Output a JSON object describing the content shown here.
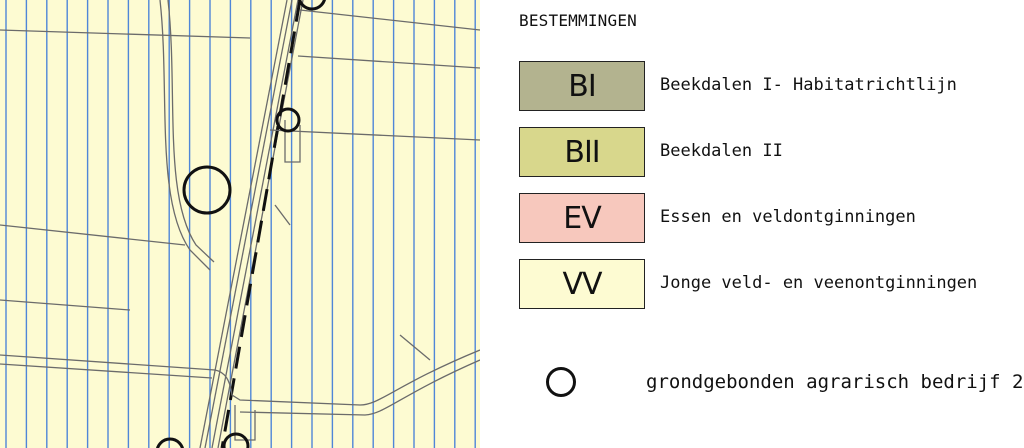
{
  "colors": {
    "map_background": "#fdfbd2",
    "hatch_line": "#4f86d8",
    "road_line": "#6b6b6b",
    "BI": "#b3b38f",
    "BII": "#d8d78c",
    "EV": "#f7c8bd",
    "VV": "#fdfbd2"
  },
  "legend": {
    "title": "BESTEMMINGEN",
    "items": [
      {
        "code": "BI",
        "label": "Beekdalen I- Habitatrichtlijn",
        "color": "#b3b38f"
      },
      {
        "code": "BII",
        "label": "Beekdalen II",
        "color": "#d8d78c"
      },
      {
        "code": "EV",
        "label": "Essen en veldontginningen",
        "color": "#f7c8bd"
      },
      {
        "code": "VV",
        "label": "Jonge veld- en veenontginningen",
        "color": "#fdfbd2"
      }
    ],
    "symbol": {
      "icon": "circle-outline-icon",
      "label": "grondgebonden agrarisch bedrijf 2"
    }
  }
}
